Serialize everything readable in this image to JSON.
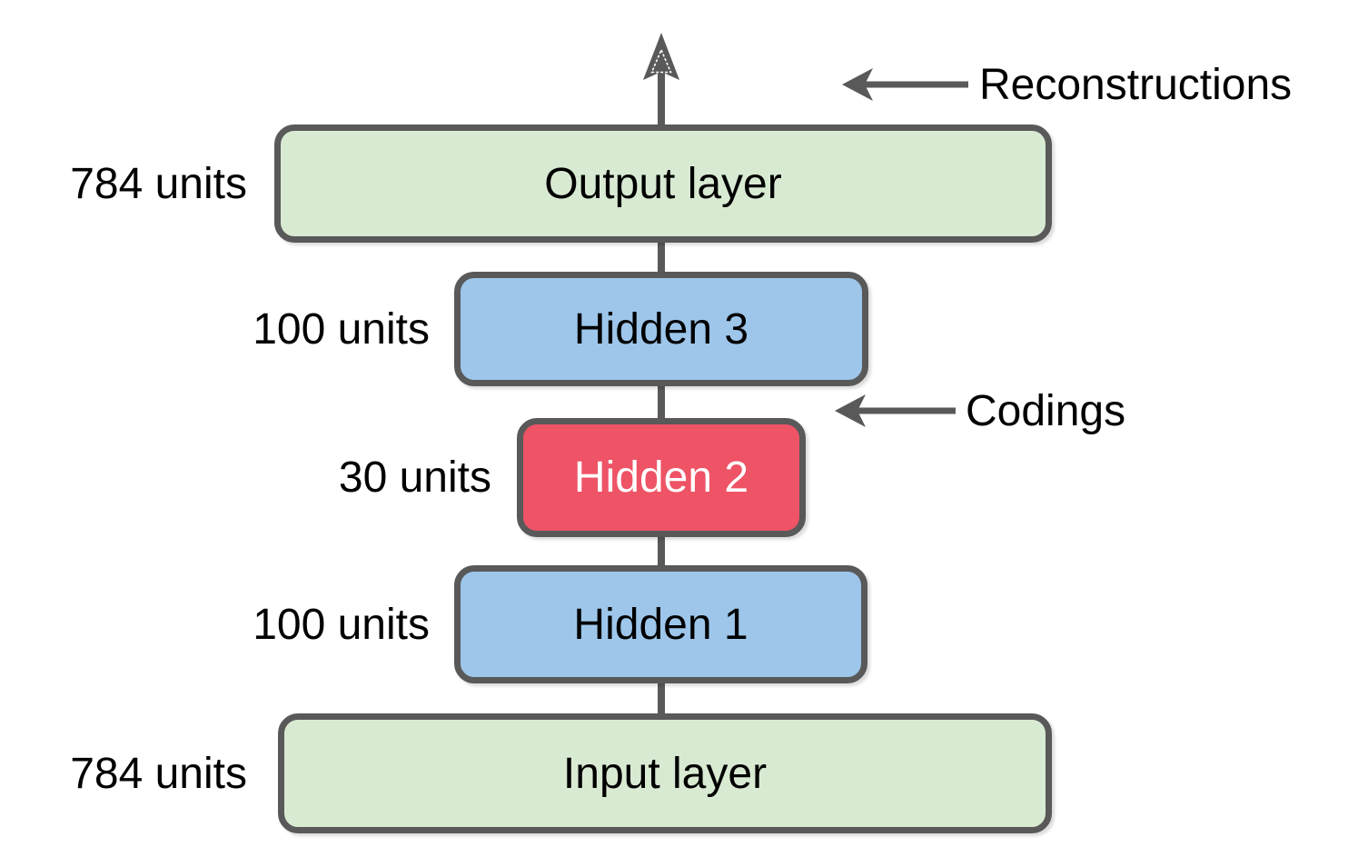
{
  "diagram": {
    "layers": [
      {
        "name": "output",
        "label": "Output layer",
        "units": "784 units",
        "fill": "#d9ead3",
        "text": "#000000"
      },
      {
        "name": "hidden3",
        "label": "Hidden 3",
        "units": "100 units",
        "fill": "#9dc6ea",
        "text": "#000000"
      },
      {
        "name": "hidden2",
        "label": "Hidden 2",
        "units": "30 units",
        "fill": "#ee5366",
        "text": "#ffffff"
      },
      {
        "name": "hidden1",
        "label": "Hidden 1",
        "units": "100 units",
        "fill": "#9dc6ea",
        "text": "#000000"
      },
      {
        "name": "input",
        "label": "Input layer",
        "units": "784 units",
        "fill": "#d9ead3",
        "text": "#000000"
      }
    ],
    "annotations": {
      "reconstructions": {
        "label": "Reconstructions"
      },
      "codings": {
        "label": "Codings"
      }
    },
    "colors": {
      "border": "#595959",
      "arrow": "#595959",
      "background": "#ffffff"
    }
  }
}
